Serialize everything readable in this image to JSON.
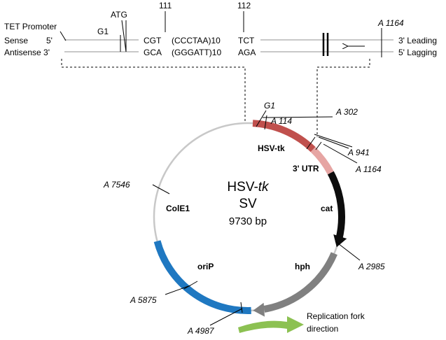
{
  "sequence_panel": {
    "tet_promoter": "TET Promoter",
    "atg": "ATG",
    "g1": "G1",
    "pos_111": "111",
    "pos_112": "112",
    "a1164": "A 1164",
    "sense_label": "Sense",
    "sense_5": "5'",
    "antisense_label": "Antisense 3'",
    "sense_seq_1": "CGT",
    "sense_repeat": "(CCCTAA)10",
    "sense_seq_2": "TCT",
    "antisense_seq_1": "GCA",
    "antisense_repeat": "(GGGATT)10",
    "antisense_seq_2": "AGA",
    "leading": "3' Leading",
    "lagging": "5' Lagging"
  },
  "plasmid": {
    "name_prefix": "HSV-",
    "name_italic": "tk",
    "name_line2": "SV",
    "size": "9730 bp",
    "colors": {
      "hsv_tk": "#c0504d",
      "utr": "#e6a5a3",
      "cat": "#0d0d0d",
      "hph": "#808080",
      "orip": "#1f78c1",
      "backbone": "#c8c8c8",
      "fork_arrow": "#8cc152"
    },
    "features": {
      "hsv_tk": "HSV-tk",
      "utr": "3' UTR",
      "cat": "cat",
      "hph": "hph",
      "orip": "oriP",
      "cole1": "ColE1"
    },
    "markers": {
      "g1": "G1",
      "a114": "A 114",
      "a302": "A 302",
      "a941": "A 941",
      "a1164": "A 1164",
      "a2985": "A 2985",
      "a4987": "A 4987",
      "a5875": "A 5875",
      "a7546": "A 7546"
    }
  },
  "fork": {
    "line1": "Replication fork",
    "line2": "direction"
  }
}
